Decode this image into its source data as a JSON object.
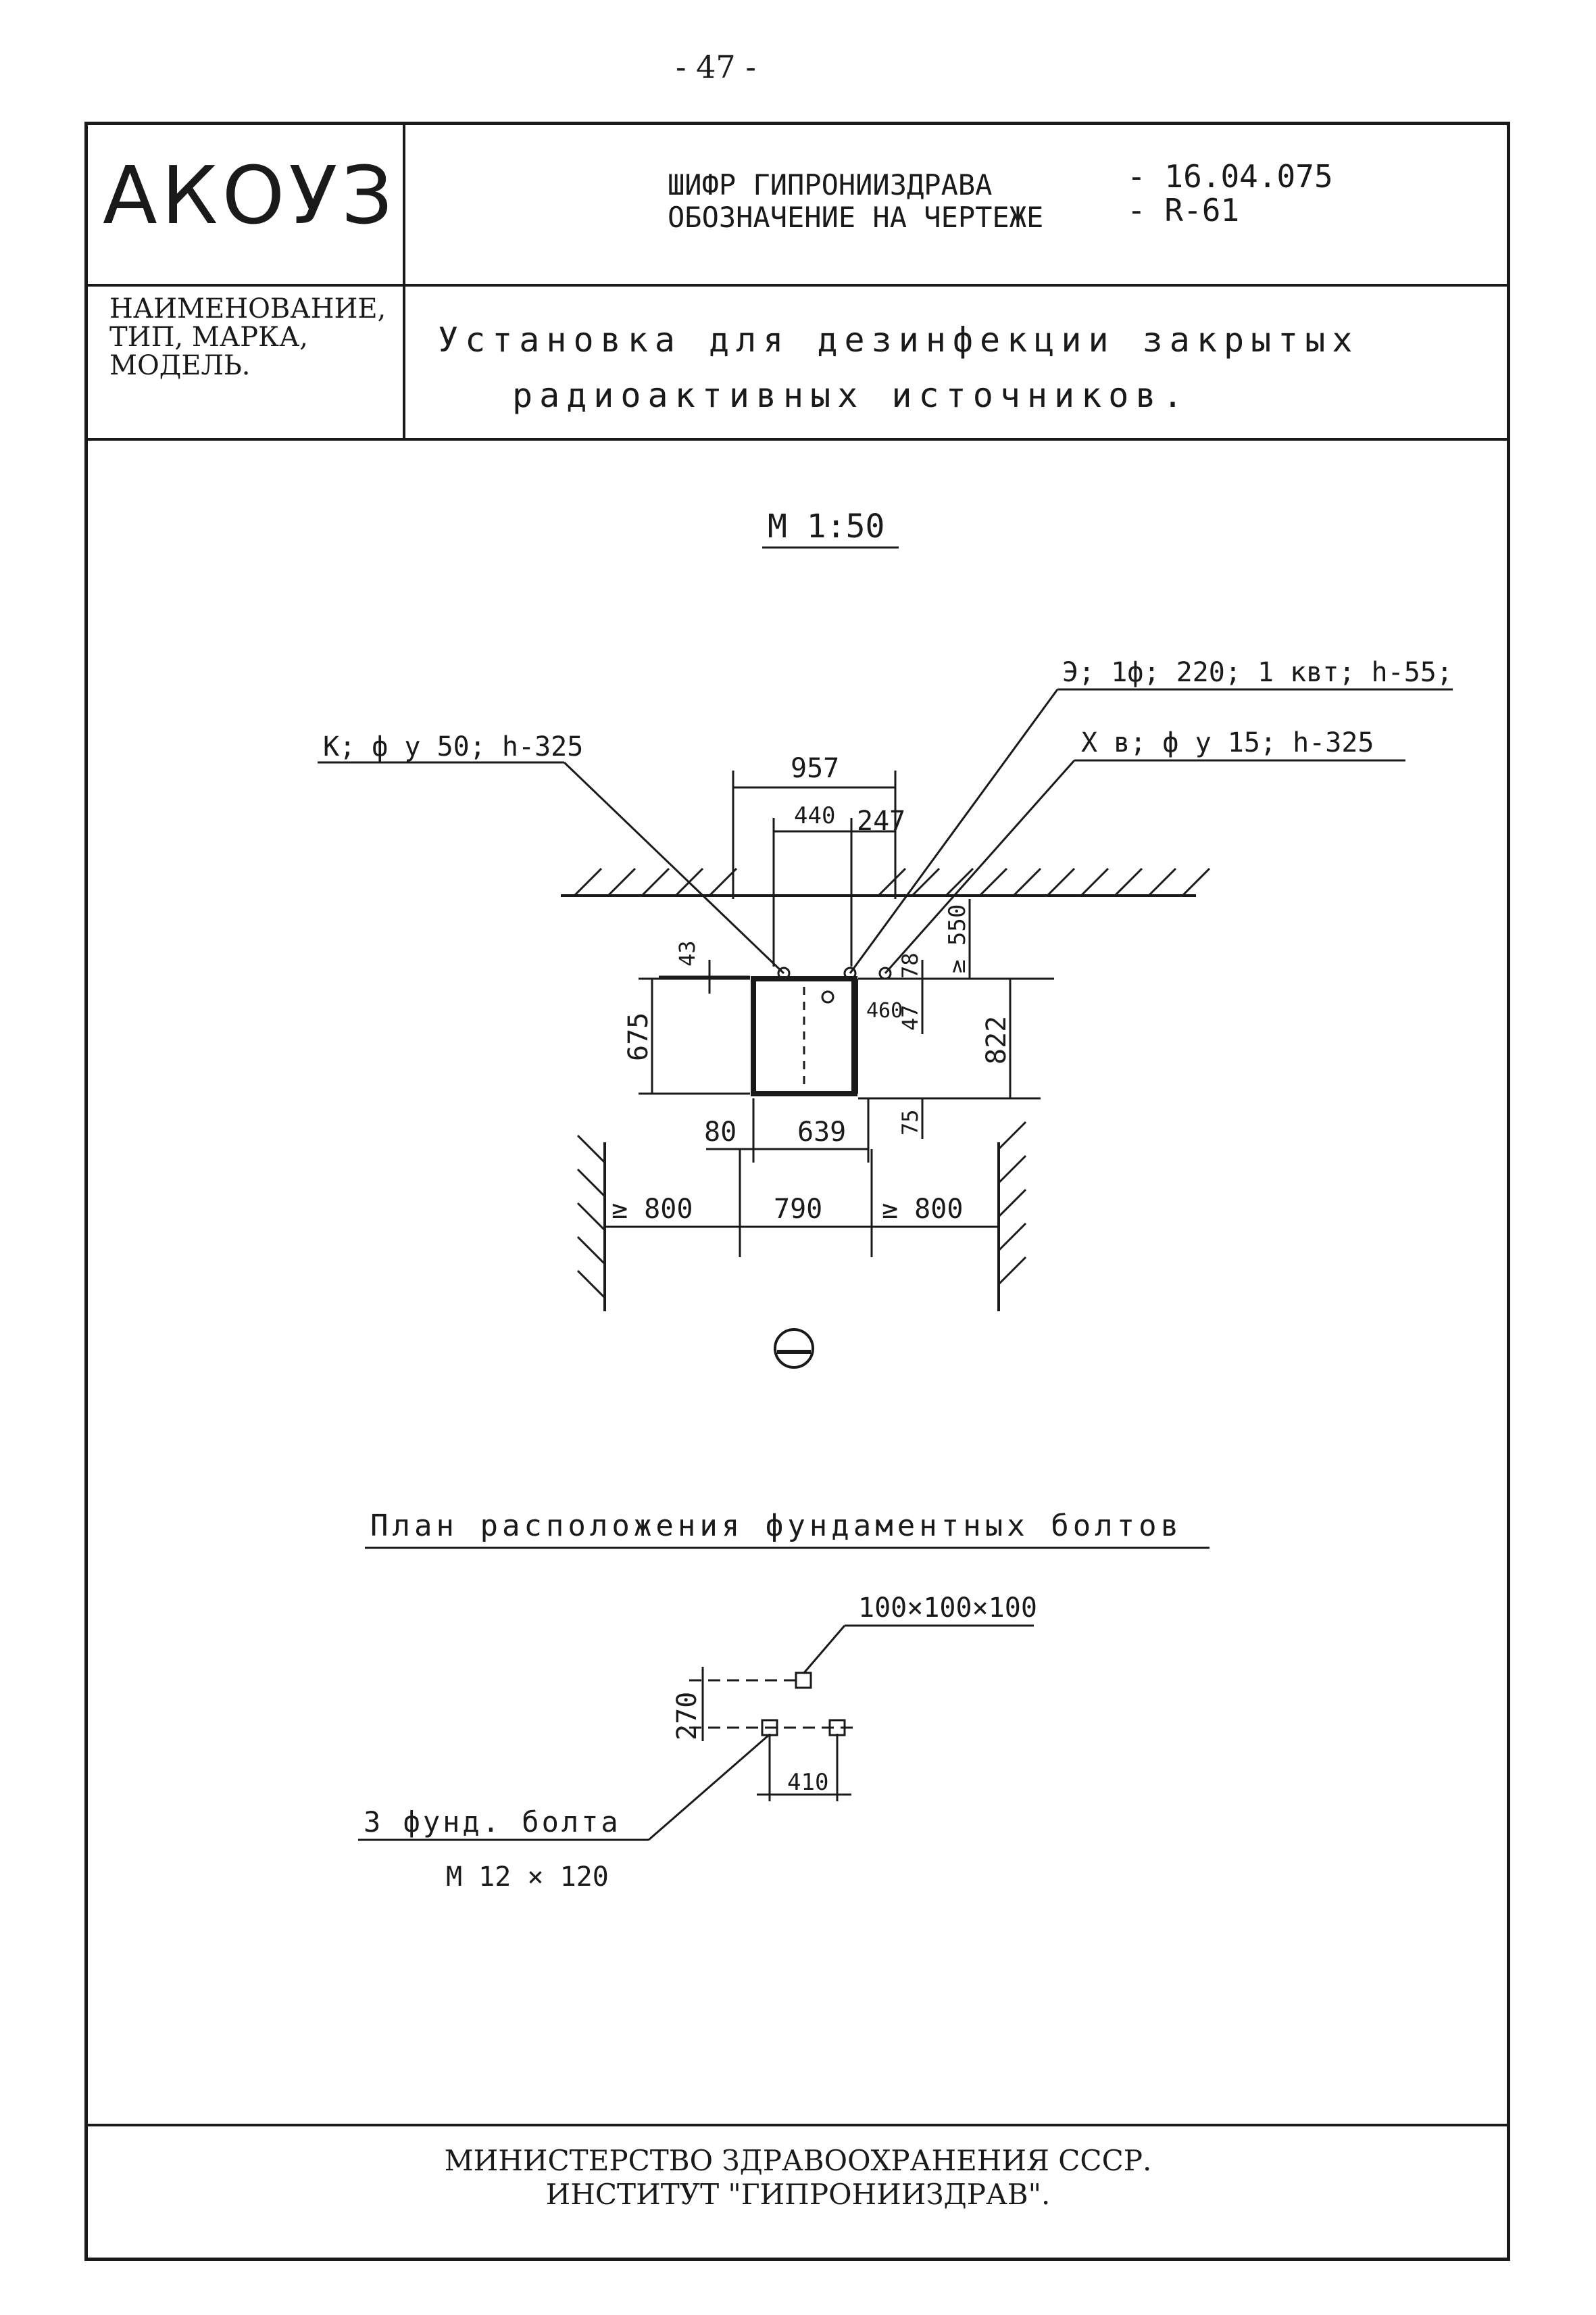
{
  "page_number": "- 47 -",
  "header": {
    "logo": "АКОУЗ",
    "cipher_label": "ШИФР ГИПРОНИИЗДРАВА",
    "designation_label": "ОБОЗНАЧЕНИЕ НА ЧЕРТЕЖЕ",
    "cipher_value": "- 16.04.075",
    "designation_value": "- R-61"
  },
  "name_block": {
    "label_line1": "НАИМЕНОВАНИЕ,",
    "label_line2": "ТИП, МАРКА,",
    "label_line3": "МОДЕЛЬ.",
    "value_line1": "Установка для дезинфекции закрытых",
    "value_line2": "радиоактивных источников."
  },
  "drawing": {
    "scale": "М 1:50",
    "callout_left": "К; ф у 50; h-325",
    "callout_right_1": "Э; 1ф; 220; 1 квт; h-55;",
    "callout_right_2": "Х в; ф у 15; h-325",
    "dims": {
      "d957": "957",
      "d440": "440",
      "d247": "247",
      "d43": "43",
      "d675": "675",
      "d550": "≥ 550",
      "d78": "78",
      "d460": "460",
      "d47": "47",
      "d822": "822",
      "d80": "80",
      "d639": "639",
      "d75": "75",
      "d800_left": "≥ 800",
      "d790": "790",
      "d800_right": "≥ 800"
    }
  },
  "bolts": {
    "title": "План расположения фундаментных болтов",
    "block_label": "100×100×100",
    "d270": "270",
    "d410": "410",
    "callout_line1": "3 фунд. болта",
    "callout_line2": "М 12 × 120"
  },
  "footer": {
    "line1": "МИНИСТЕРСТВО ЗДРАВООХРАНЕНИЯ СССР.",
    "line2": "ИНСТИТУТ \"ГИПРОНИИЗДРАВ\"."
  }
}
